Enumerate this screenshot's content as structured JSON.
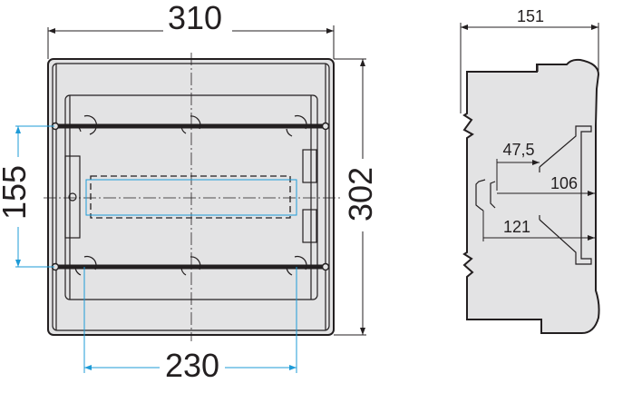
{
  "front_view": {
    "width_label": "310",
    "height_label": "302",
    "rail_spacing_label": "155",
    "rail_length_label": "230"
  },
  "side_view": {
    "depth_label": "151",
    "dim_a_label": "47,5",
    "dim_b_label": "106",
    "dim_c_label": "121"
  },
  "colors": {
    "body": "#e3e3e4",
    "outline": "#231f20",
    "accent": "#1e9bd7"
  }
}
